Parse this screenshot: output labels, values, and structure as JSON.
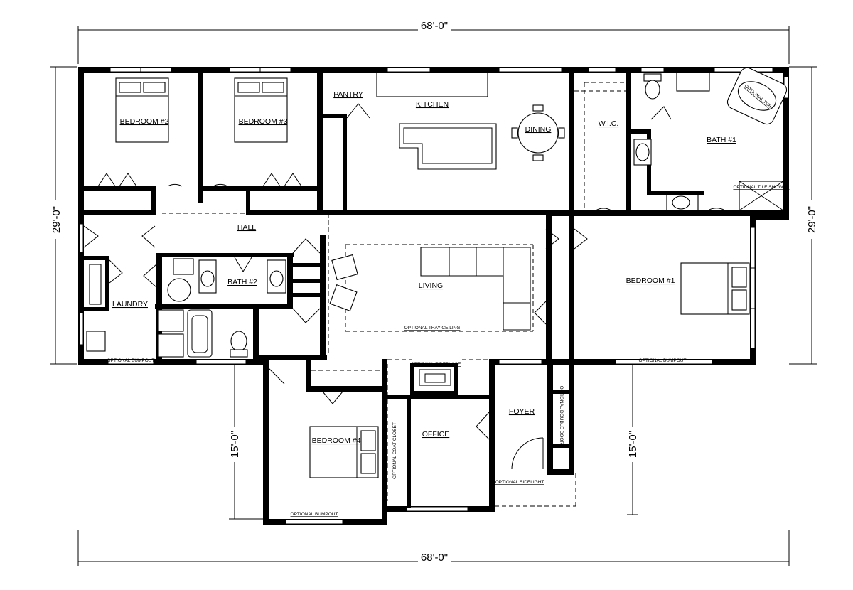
{
  "dimensions": {
    "top_width": "68'-0\"",
    "bottom_width": "68'-0\"",
    "left_depth": "29'-0\"",
    "right_depth": "29'-0\"",
    "left_lower_depth": "15'-0\"",
    "right_lower_depth": "15'-0\""
  },
  "rooms": {
    "bedroom2": "BEDROOM #2",
    "bedroom3": "BEDROOM #3",
    "pantry": "PANTRY",
    "kitchen": "KITCHEN",
    "dining": "DINING",
    "wic": "W.I.C.",
    "bath1": "BATH #1",
    "hall": "HALL",
    "laundry": "LAUNDRY",
    "bath2": "BATH #2",
    "living": "LIVING",
    "bedroom1": "BEDROOM #1",
    "bedroom4": "BEDROOM #4",
    "office": "OFFICE",
    "foyer": "FOYER"
  },
  "notes": {
    "optional_tub": "OPTIONAL TUB",
    "optional_tile_shower": "OPTIONAL TILE SHOWER",
    "optional_tray_ceiling": "OPTIONAL TRAY CEILING",
    "optional_fireplace": "OPTIONAL FIREPLACE",
    "optional_bumpout_laundry": "OPTIONAL BUMPOUT",
    "optional_bumpout_bedroom1": "OPTIONAL BUMPOUT",
    "optional_bumpout_bedroom4": "OPTIONAL BUMPOUT",
    "optional_sidelight": "OPTIONAL SIDELIGHT",
    "optional_double_doors": "OPTIONAL DOUBLE DOORS",
    "optional_coat_closet": "OPTIONAL COAT CLOSET"
  }
}
